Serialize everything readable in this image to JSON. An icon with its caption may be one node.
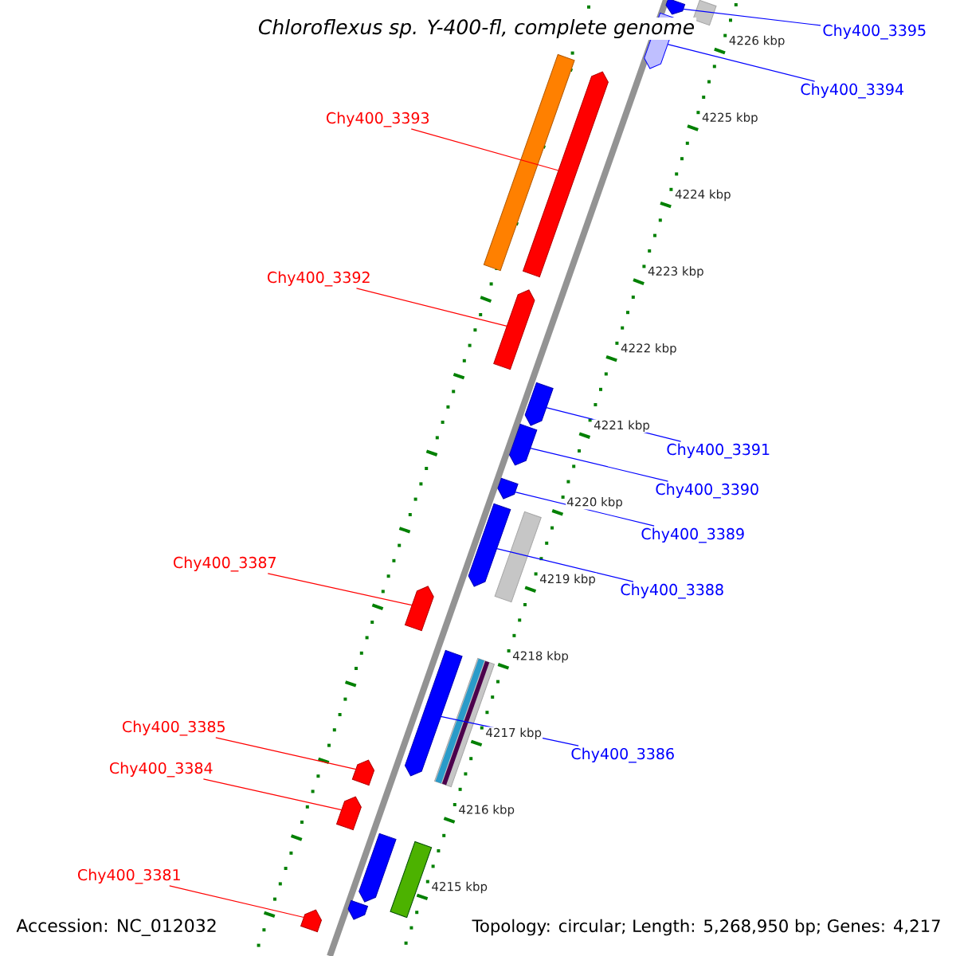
{
  "diagram": {
    "title": "Chloroflexus sp. Y-400-fl, complete genome",
    "nodes": [
      {
        "text": [
          "Chy400_3395"
        ]
      },
      {
        "text": [
          "Chy400_3394"
        ]
      },
      {
        "text": [
          "Chy400_3393"
        ]
      },
      {
        "text": [
          "Chy400_3392"
        ]
      },
      {
        "text": [
          "Chy400_3391"
        ]
      },
      {
        "text": [
          "Chy400_3390"
        ]
      },
      {
        "text": [
          "Chy400_3389"
        ]
      },
      {
        "text": [
          "Chy400_3388"
        ]
      },
      {
        "text": [
          "Chy400_3387"
        ]
      },
      {
        "text": [
          "Chy400_3386"
        ]
      },
      {
        "text": [
          "Chy400_3385"
        ]
      },
      {
        "text": [
          "Chy400_3384"
        ]
      },
      {
        "text": [
          "Chy400_3381"
        ]
      },
      {
        "text": [],
        "shape": "bar"
      },
      {
        "text": [],
        "shape": "arrow"
      },
      {
        "text": [],
        "shape": "arrow"
      },
      {
        "text": [],
        "shape": "bar"
      },
      {
        "text": [],
        "shape": "arrow"
      },
      {
        "text": [],
        "shape": "arrow"
      },
      {
        "text": [],
        "shape": "arrow"
      },
      {
        "text": [],
        "shape": "arrow"
      },
      {
        "text": [],
        "shape": "arrow"
      },
      {
        "text": [],
        "shape": "arrow"
      },
      {
        "text": [],
        "shape": "bar"
      },
      {
        "text": [],
        "shape": "arrow"
      },
      {
        "text": [],
        "shape": "arrow"
      },
      {
        "text": [],
        "shape": "bar"
      },
      {
        "text": [],
        "shape": "arrow"
      },
      {
        "text": [],
        "shape": "arrow"
      },
      {
        "text": [],
        "shape": "arrow"
      },
      {
        "text": [],
        "shape": "bar"
      },
      {
        "text": [],
        "shape": "arrow"
      },
      {
        "text": [],
        "shape": "arrow"
      }
    ],
    "edges": [
      {
        "from": 0,
        "to": 14,
        "arrow": "none"
      },
      {
        "from": 1,
        "to": 15,
        "arrow": "none"
      },
      {
        "from": 2,
        "to": 17,
        "arrow": "none",
        "color": "#ff0000"
      },
      {
        "from": 3,
        "to": 18,
        "arrow": "none",
        "color": "#ff0000"
      },
      {
        "from": 4,
        "to": 19,
        "arrow": "none"
      },
      {
        "from": 5,
        "to": 20,
        "arrow": "none"
      },
      {
        "from": 6,
        "to": 21,
        "arrow": "none"
      },
      {
        "from": 7,
        "to": 22,
        "arrow": "none"
      },
      {
        "from": 8,
        "to": 24,
        "arrow": "none",
        "color": "#ff0000"
      },
      {
        "from": 9,
        "to": 25,
        "arrow": "none"
      },
      {
        "from": 10,
        "to": 27,
        "arrow": "none",
        "color": "#ff0000"
      },
      {
        "from": 11,
        "to": 28,
        "arrow": "none",
        "color": "#ff0000"
      },
      {
        "from": 12,
        "to": 32,
        "arrow": "none",
        "color": "#ff0000"
      }
    ],
    "labels": [
      "4226 kbp",
      "4225 kbp",
      "4224 kbp",
      "4223 kbp",
      "4222 kbp",
      "4221 kbp",
      "4220 kbp",
      "4219 kbp",
      "4218 kbp",
      "4217 kbp",
      "4216 kbp",
      "4215 kbp",
      "Accession: NC_012032",
      "Topology: circular; Length: 5,268,950 bp; Genes: 4,217"
    ]
  }
}
